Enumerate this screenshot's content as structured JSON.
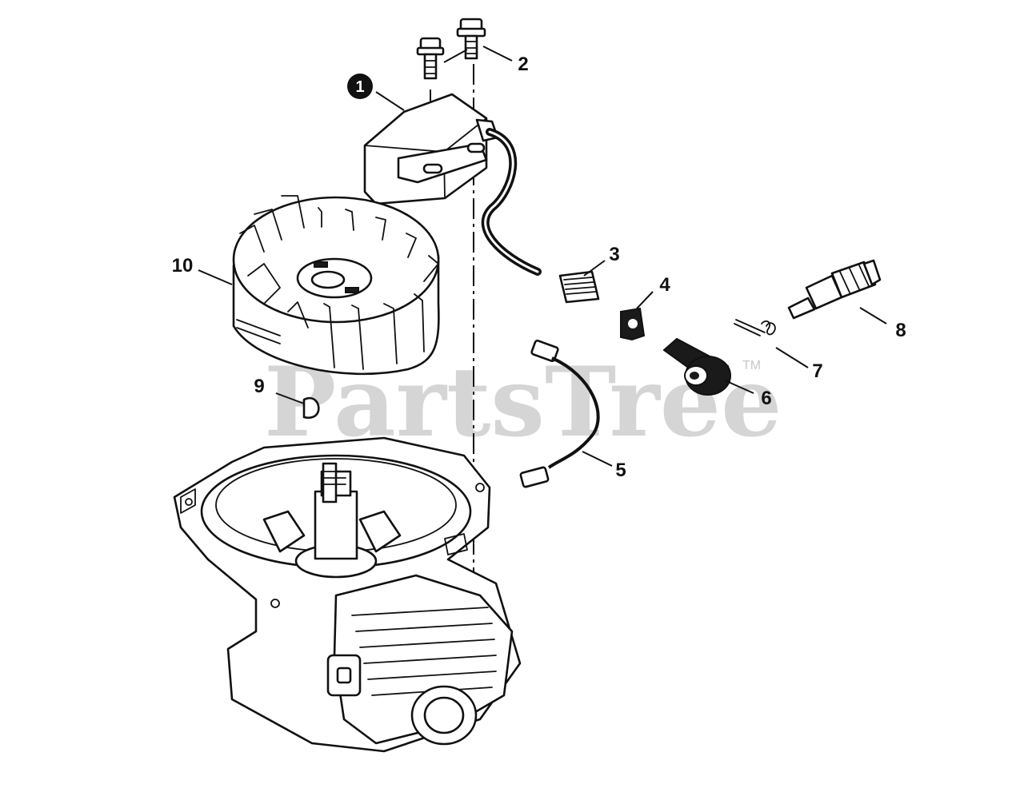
{
  "watermark": {
    "brand": "PartsTree",
    "trademark": "TM"
  },
  "callouts": {
    "c1": "1",
    "c2": "2",
    "c3": "3",
    "c4": "4",
    "c5": "5",
    "c6": "6",
    "c7": "7",
    "c8": "8",
    "c9": "9",
    "c10": "10"
  },
  "icons": {
    "ignition_coil": "ignition-coil-icon",
    "bolt": "bolt-icon",
    "flywheel": "flywheel-icon",
    "spark_plug": "spark-plug-icon",
    "engine_block": "engine-block-icon"
  }
}
